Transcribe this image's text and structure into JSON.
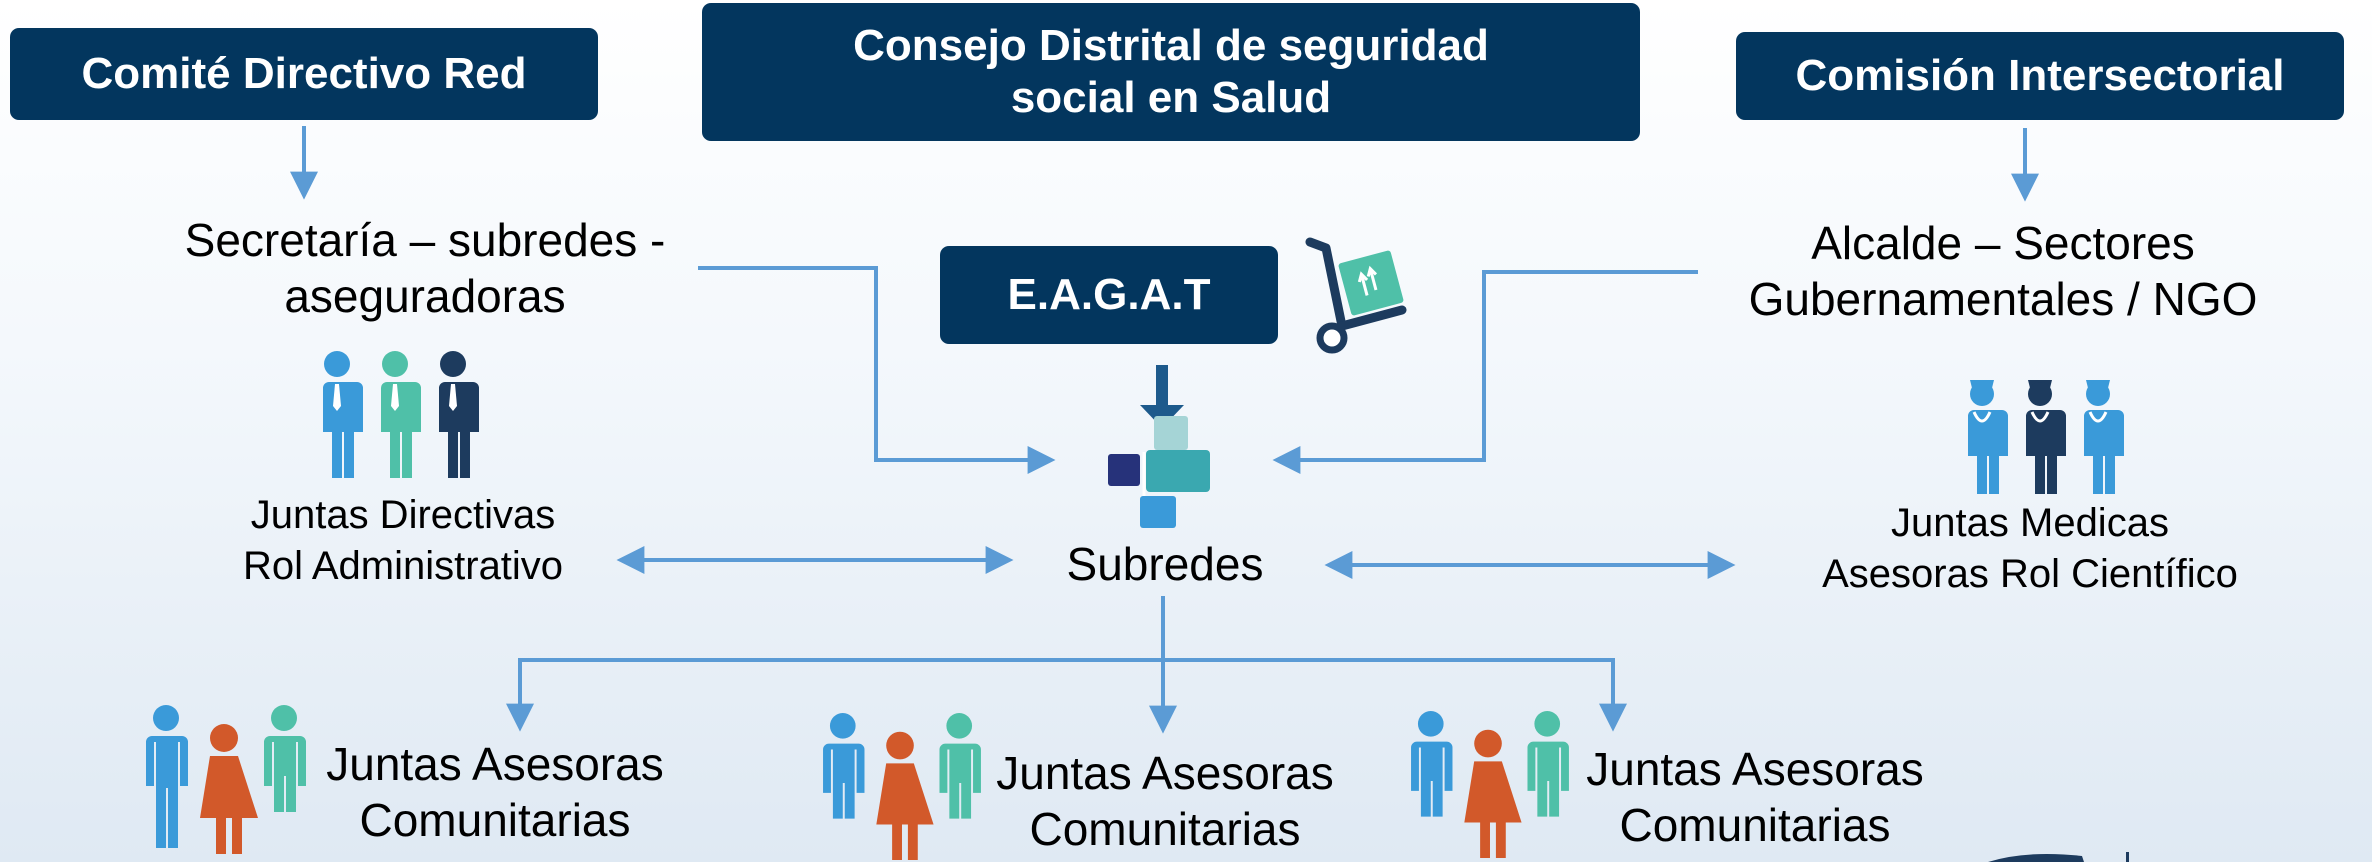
{
  "top_boxes": {
    "comite": "Comité Directivo Red",
    "consejo_line1": "Consejo Distrital de seguridad",
    "consejo_line2": "social en Salud",
    "comision": "Comisión Intersectorial"
  },
  "eagat": "E.A.G.A.T",
  "secretaria": {
    "line1": "Secretaría – subredes -",
    "line2": "aseguradoras"
  },
  "alcalde": {
    "line1": "Alcalde – Sectores",
    "line2": "Gubernamentales / NGO"
  },
  "juntas_directivas": {
    "line1": "Juntas Directivas",
    "line2": "Rol Administrativo"
  },
  "juntas_medicas": {
    "line1": "Juntas Medicas",
    "line2": "Asesoras Rol Científico"
  },
  "subredes": "Subredes",
  "juntas_asesoras": [
    {
      "line1": "Juntas Asesoras",
      "line2": "Comunitarias"
    },
    {
      "line1": "Juntas Asesoras",
      "line2": "Comunitarias"
    },
    {
      "line1": "Juntas Asesoras",
      "line2": "Comunitarias"
    }
  ],
  "colors": {
    "dark_navy": "#03365e",
    "connector_blue": "#5b9bd5",
    "person_blue": "#3a9ad9",
    "person_teal": "#4fc0a8",
    "person_navy": "#1d3b5e",
    "person_orange": "#d2592a"
  },
  "icons": {
    "hand_truck": "hand-truck-with-box-icon",
    "subredes_logo": "subredes-logo-icon",
    "admin_group": "business-people-icon",
    "medical_group": "doctors-icon",
    "community_group": "community-people-icon"
  }
}
